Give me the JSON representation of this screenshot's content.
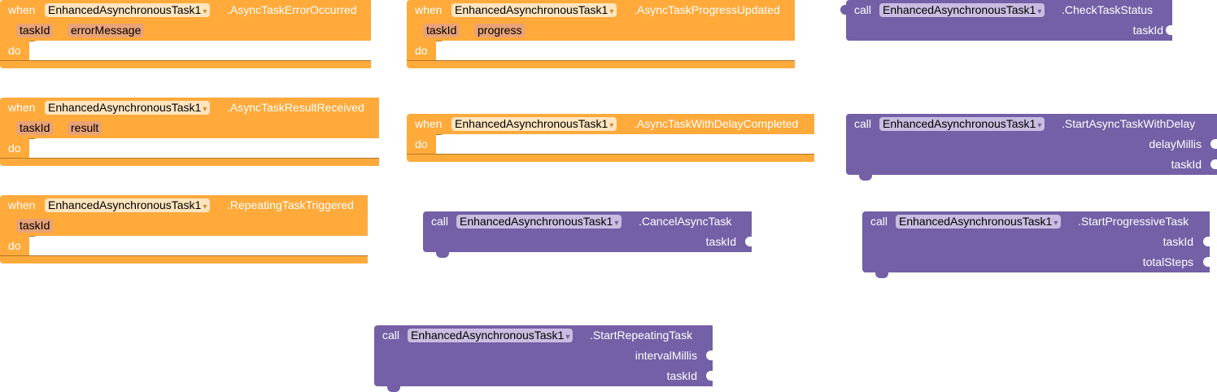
{
  "keywords": {
    "when": "when",
    "do": "do",
    "call": "call"
  },
  "component": "EnhancedAsynchronousTask1",
  "dropdown_arrow": "▾",
  "events": [
    {
      "name": ".AsyncTaskErrorOccurred",
      "params": [
        "taskId",
        "errorMessage"
      ]
    },
    {
      "name": ".AsyncTaskProgressUpdated",
      "params": [
        "taskId",
        "progress"
      ]
    },
    {
      "name": ".AsyncTaskResultReceived",
      "params": [
        "taskId",
        "result"
      ]
    },
    {
      "name": ".AsyncTaskWithDelayCompleted",
      "params": []
    },
    {
      "name": ".RepeatingTaskTriggered",
      "params": [
        "taskId"
      ]
    }
  ],
  "methods": [
    {
      "name": ".CheckTaskStatus",
      "args": [
        "taskId"
      ]
    },
    {
      "name": ".StartAsyncTaskWithDelay",
      "args": [
        "delayMillis",
        "taskId"
      ]
    },
    {
      "name": ".CancelAsyncTask",
      "args": [
        "taskId"
      ]
    },
    {
      "name": ".StartProgressiveTask",
      "args": [
        "taskId",
        "totalSteps"
      ]
    },
    {
      "name": ".StartRepeatingTask",
      "args": [
        "intervalMillis",
        "taskId"
      ]
    }
  ],
  "colors": {
    "event_block": "#FFAA3B",
    "method_block": "#7360A6",
    "param_chip": "#E8A277",
    "component_dropdown": "#FFE5BF"
  }
}
